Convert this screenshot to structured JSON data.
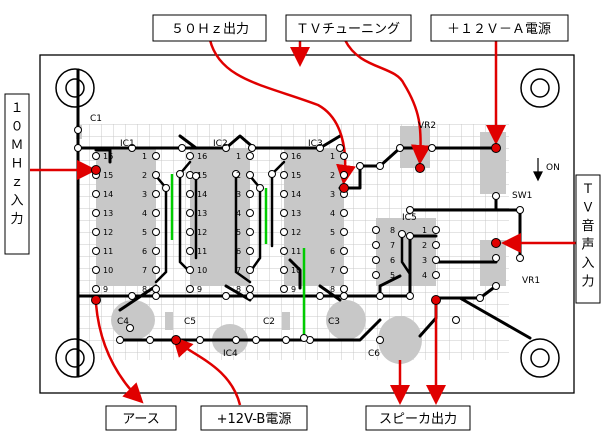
{
  "labels": {
    "hz50": "５０Ｈｚ出力",
    "tv_tuning": "ＴＶチューニング",
    "plus12_a": "＋１２Ｖ－Ａ電源",
    "mhz10": "１０ＭＨｚ入力",
    "tv_audio": "ＴＶ音声入力",
    "ground": "アース",
    "plus12_b": "+12V-B電源",
    "speaker": "スピーカ出力"
  },
  "parts": {
    "c1": "C1",
    "ic1": "IC1",
    "ic2": "IC2",
    "ic3": "IC3",
    "ic4": "IC4",
    "ic5": "IC5",
    "vr1": "VR1",
    "vr2": "VR2",
    "sw1": "SW1",
    "on": "ON",
    "c2": "C2",
    "c3": "C3",
    "c4": "C4",
    "c5": "C5",
    "c6": "C6"
  },
  "pins16_left": [
    "16",
    "15",
    "14",
    "13",
    "12",
    "11",
    "10",
    "9"
  ],
  "pins16_right": [
    "1",
    "2",
    "3",
    "4",
    "5",
    "6",
    "7",
    "8"
  ],
  "ic5_left": [
    "8",
    "7",
    "6",
    "5"
  ],
  "ic5_right": [
    "1",
    "2",
    "3",
    "4"
  ],
  "colors": {
    "board": "#ffffff",
    "grid": "#c8c8c8",
    "chip": "#c8c8c8",
    "wire": "#000000",
    "red": "#e00000",
    "green": "#00cc00"
  }
}
